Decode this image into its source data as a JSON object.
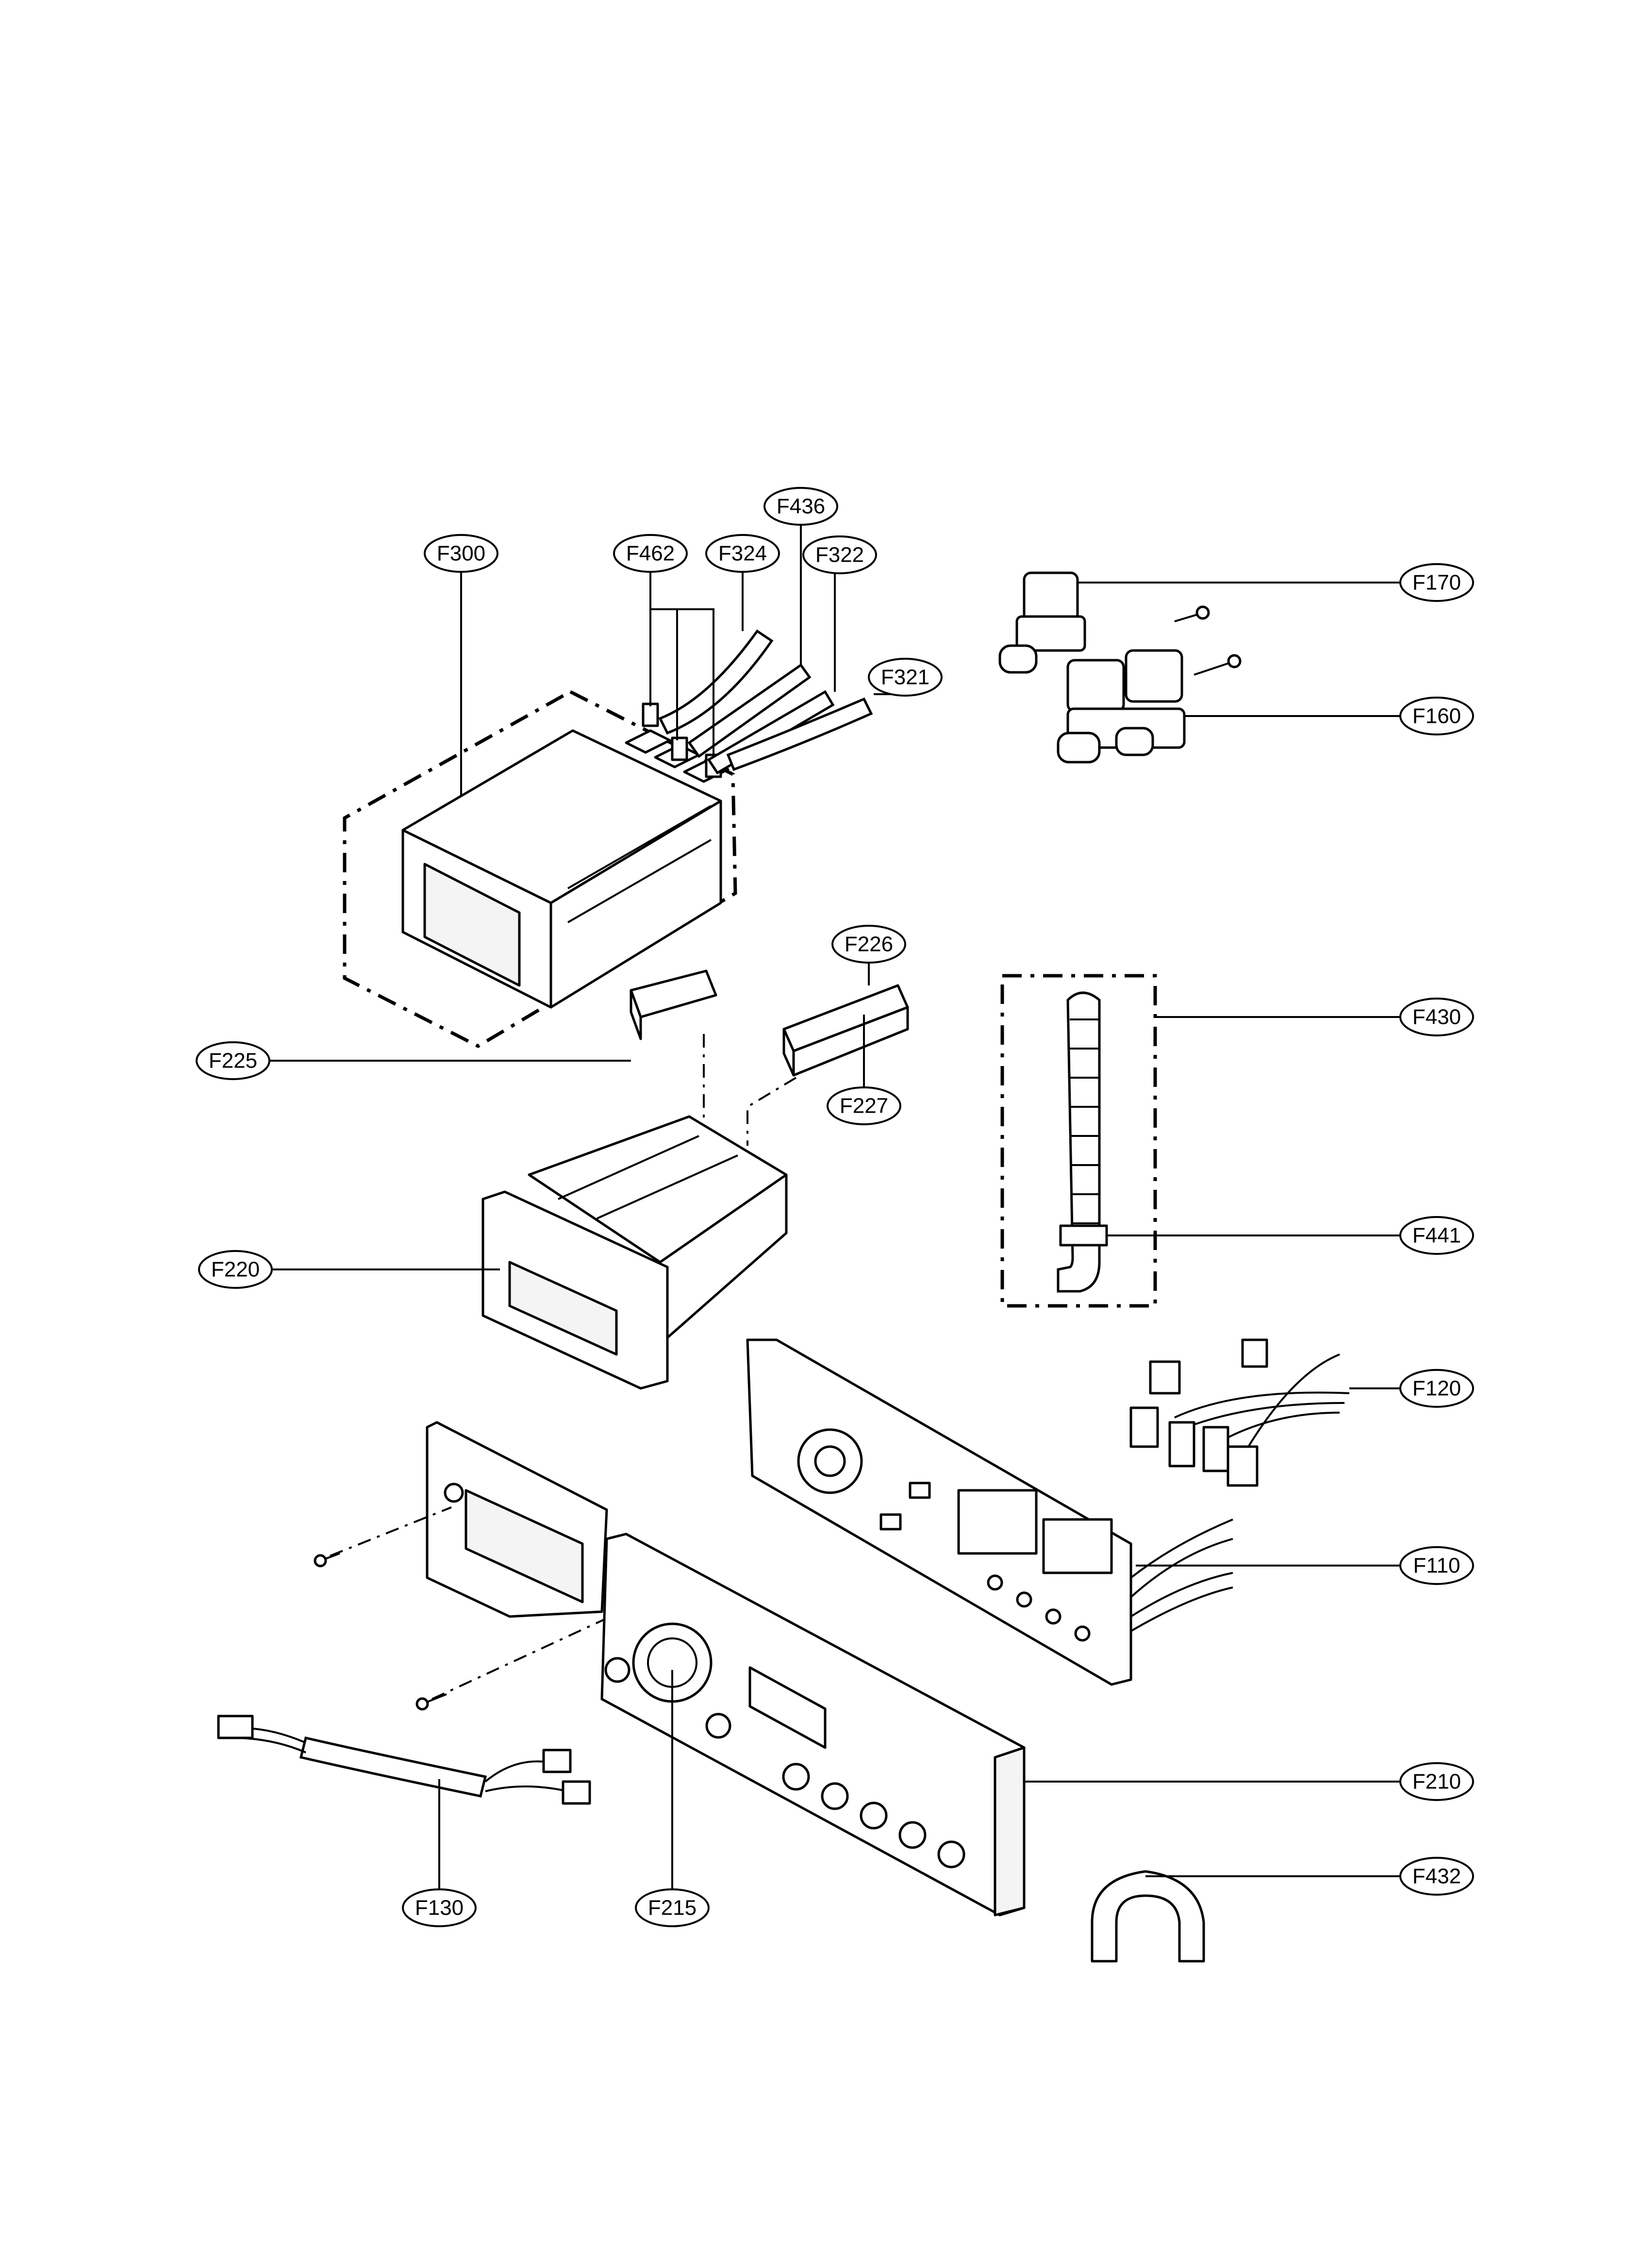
{
  "callouts": [
    {
      "id": "F300",
      "text": "F300"
    },
    {
      "id": "F462",
      "text": "F462"
    },
    {
      "id": "F324",
      "text": "F324"
    },
    {
      "id": "F436",
      "text": "F436"
    },
    {
      "id": "F322",
      "text": "F322"
    },
    {
      "id": "F321",
      "text": "F321"
    },
    {
      "id": "F170",
      "text": "F170"
    },
    {
      "id": "F160",
      "text": "F160"
    },
    {
      "id": "F226",
      "text": "F226"
    },
    {
      "id": "F225",
      "text": "F225"
    },
    {
      "id": "F227",
      "text": "F227"
    },
    {
      "id": "F430",
      "text": "F430"
    },
    {
      "id": "F220",
      "text": "F220"
    },
    {
      "id": "F441",
      "text": "F441"
    },
    {
      "id": "F120",
      "text": "F120"
    },
    {
      "id": "F110",
      "text": "F110"
    },
    {
      "id": "F210",
      "text": "F210"
    },
    {
      "id": "F432",
      "text": "F432"
    },
    {
      "id": "F130",
      "text": "F130"
    },
    {
      "id": "F215",
      "text": "F215"
    }
  ]
}
